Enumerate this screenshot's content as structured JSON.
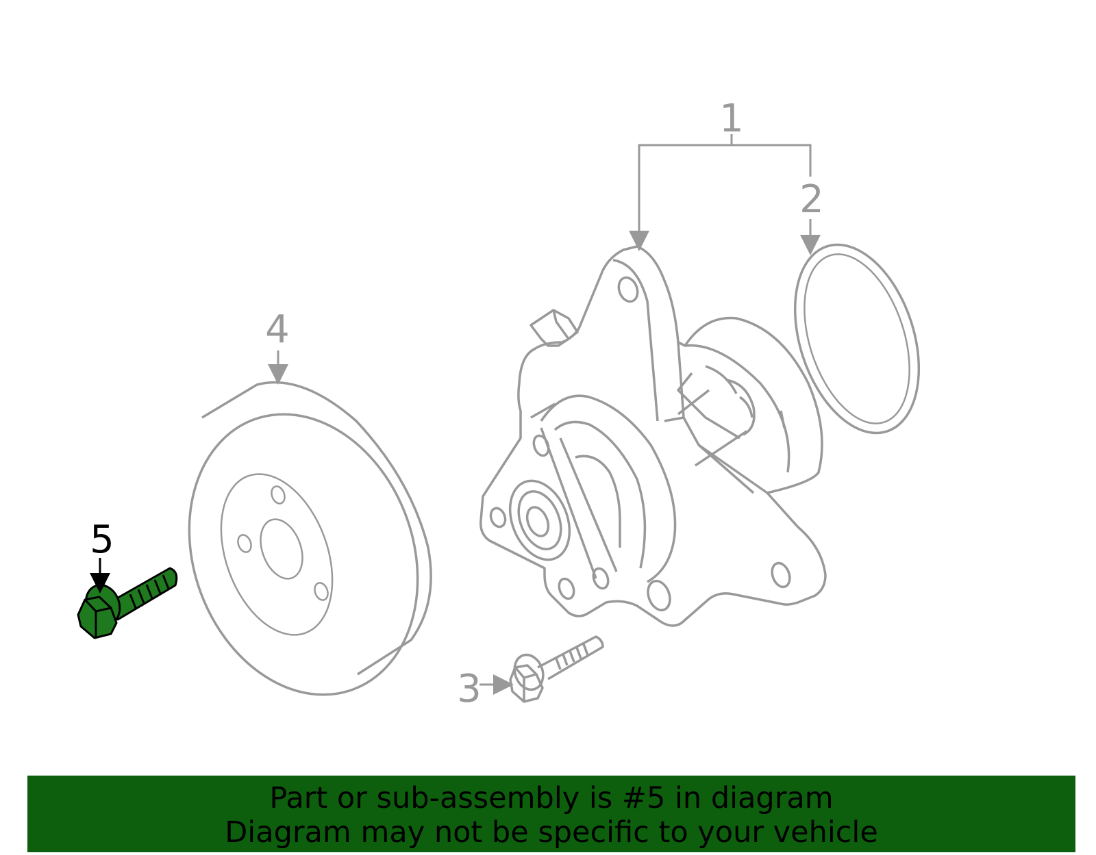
{
  "callouts": {
    "part1": "1",
    "part2": "2",
    "part3": "3",
    "part4": "4",
    "part5": "5"
  },
  "banner": {
    "line1": "Part or sub-assembly is #5 in diagram",
    "line2": "Diagram may not be specific to your vehicle"
  },
  "colors": {
    "line_gray": "#999999",
    "highlight_green": "#1f7a1f",
    "banner_green": "#0d5f0d"
  },
  "highlighted_part": "5"
}
